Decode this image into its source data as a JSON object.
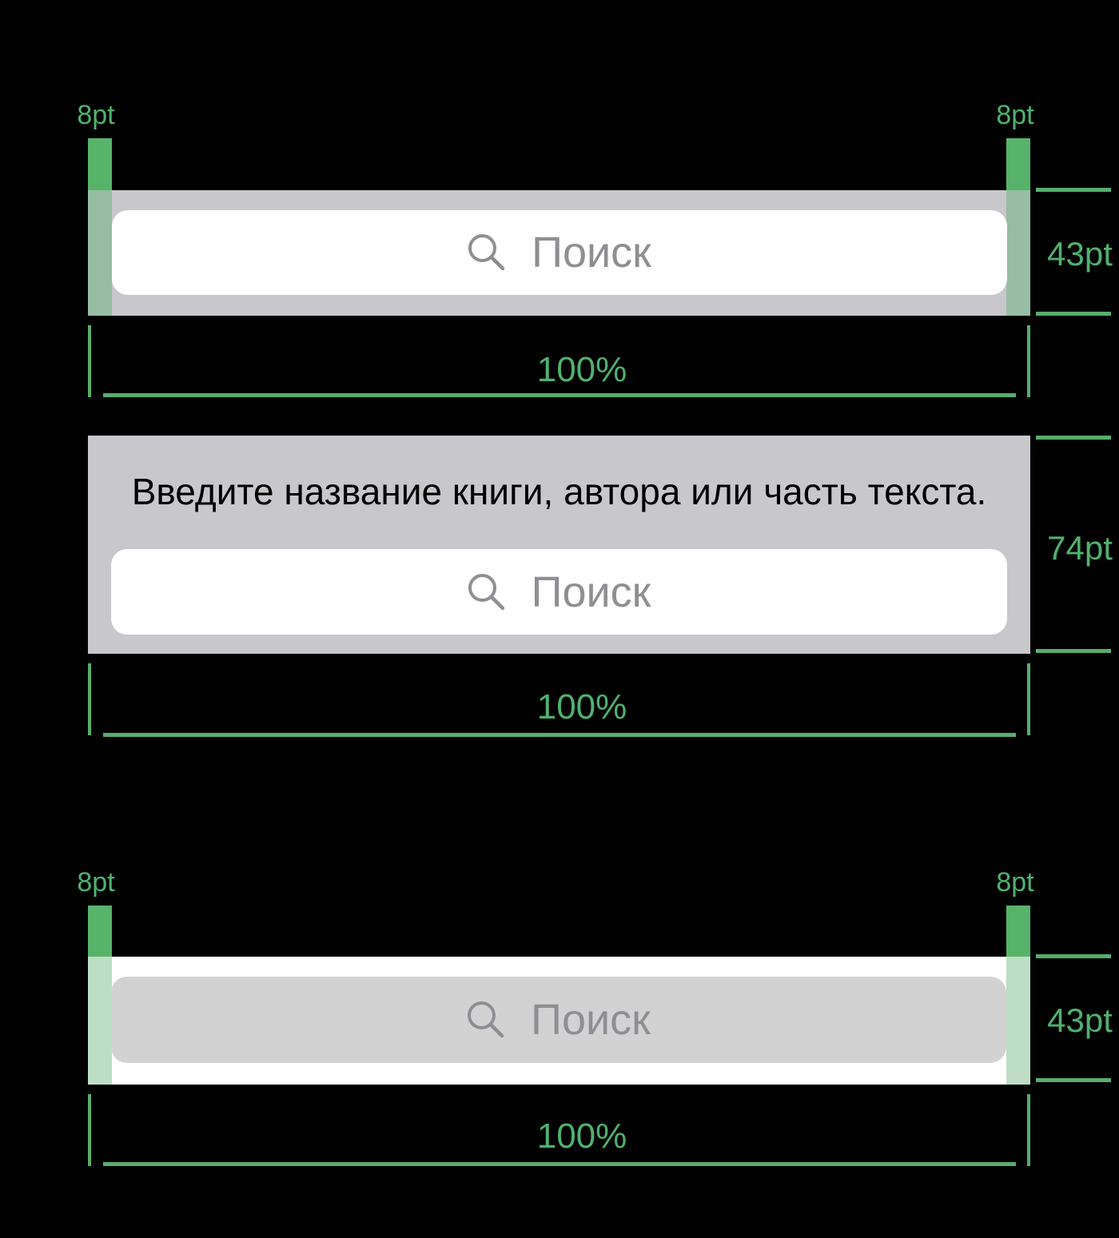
{
  "colors": {
    "bg": "#000000",
    "annotation_green": "#50B16E",
    "line_green": "#58AD6C",
    "green_solid": "#57B36A",
    "overlay_on_gray": "#97BDA3",
    "overlay_on_white": "#BDDEC5",
    "panel_gray": "#C8C7CC",
    "field_gray": "#D3D2D3",
    "placeholder_gray": "#8E8E93",
    "prompt_black": "#000000"
  },
  "search": {
    "placeholder": "Поиск"
  },
  "sections": {
    "top": {
      "left_margin_label": "8pt",
      "right_margin_label": "8pt",
      "height_label": "43pt",
      "width_label": "100%"
    },
    "middle": {
      "prompt": "Введите название книги, автора или часть текста.",
      "height_label": "74pt",
      "width_label": "100%"
    },
    "bottom": {
      "left_margin_label": "8pt",
      "right_margin_label": "8pt",
      "height_label": "43pt",
      "width_label": "100%"
    }
  }
}
